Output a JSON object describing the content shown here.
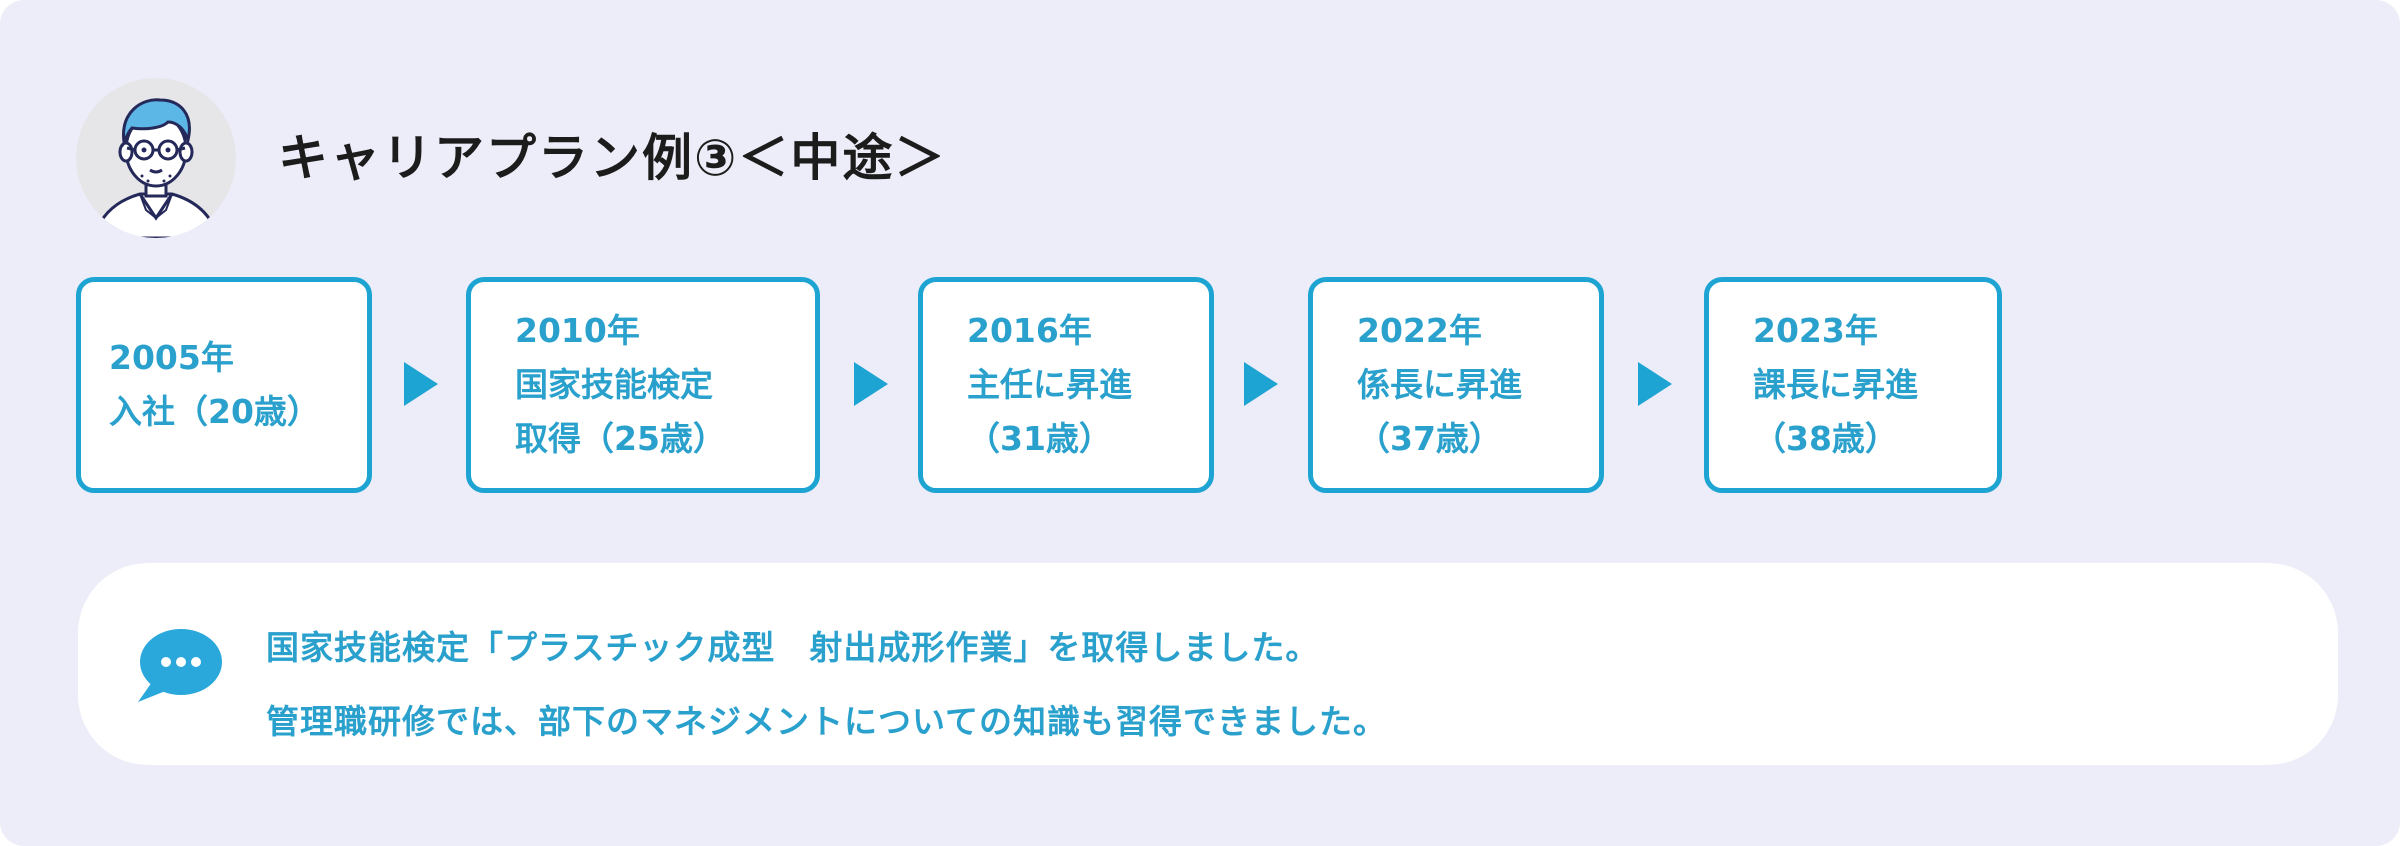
{
  "title": "キャリアプラン例③＜中途＞",
  "accent_color": "#1ea4d2",
  "steps": [
    {
      "lines": [
        "2005年",
        "入社（20歳）"
      ]
    },
    {
      "lines": [
        "2010年",
        "国家技能検定",
        "取得（25歳）"
      ]
    },
    {
      "lines": [
        "2016年",
        "主任に昇進",
        "（31歳）"
      ]
    },
    {
      "lines": [
        "2022年",
        "係長に昇進",
        "（37歳）"
      ]
    },
    {
      "lines": [
        "2023年",
        "課長に昇進",
        "（38歳）"
      ]
    }
  ],
  "comment": {
    "icon": "speech-bubble-icon",
    "lines": [
      "国家技能検定「プラスチック成型　射出成形作業」を取得しました。",
      "管理職研修では、部下のマネジメントについての知識も習得できました。"
    ]
  },
  "avatar": {
    "icon": "man-with-glasses-avatar"
  }
}
